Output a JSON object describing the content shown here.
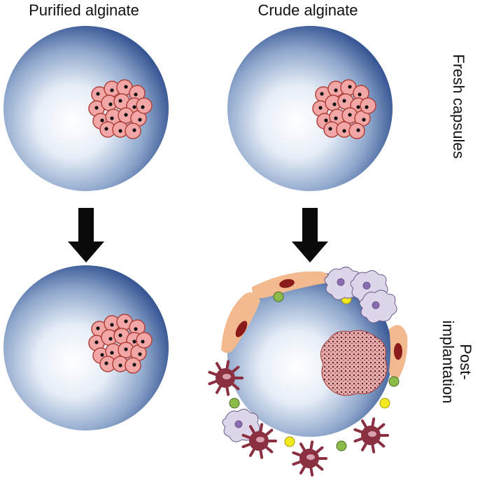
{
  "columns": {
    "purified_label": "Purified alginate",
    "crude_label": "Crude alginate"
  },
  "rows": {
    "fresh_label": "Fresh capsules",
    "post_label_line1": "Post-",
    "post_label_line2": "implantation"
  },
  "colors": {
    "capsule_center": "#ffffff",
    "capsule_edge": "#2f4f8f",
    "cell_fill": "#f2a7a6",
    "cell_stroke": "#b0403a",
    "arrow": "#0a0a0a",
    "fibroblast": "#f3b98f",
    "fibroblast_nucleus": "#8b1a1a",
    "green_cell": "#8cbb4a",
    "yellow_cell": "#f2ea1e",
    "macrophage": "#8a3040",
    "neutrophil": "#ddd6ea"
  },
  "icons": [
    "islet-cluster",
    "arrow-down-icon",
    "fibroblast",
    "macrophage",
    "neutrophil",
    "lymphocyte"
  ]
}
